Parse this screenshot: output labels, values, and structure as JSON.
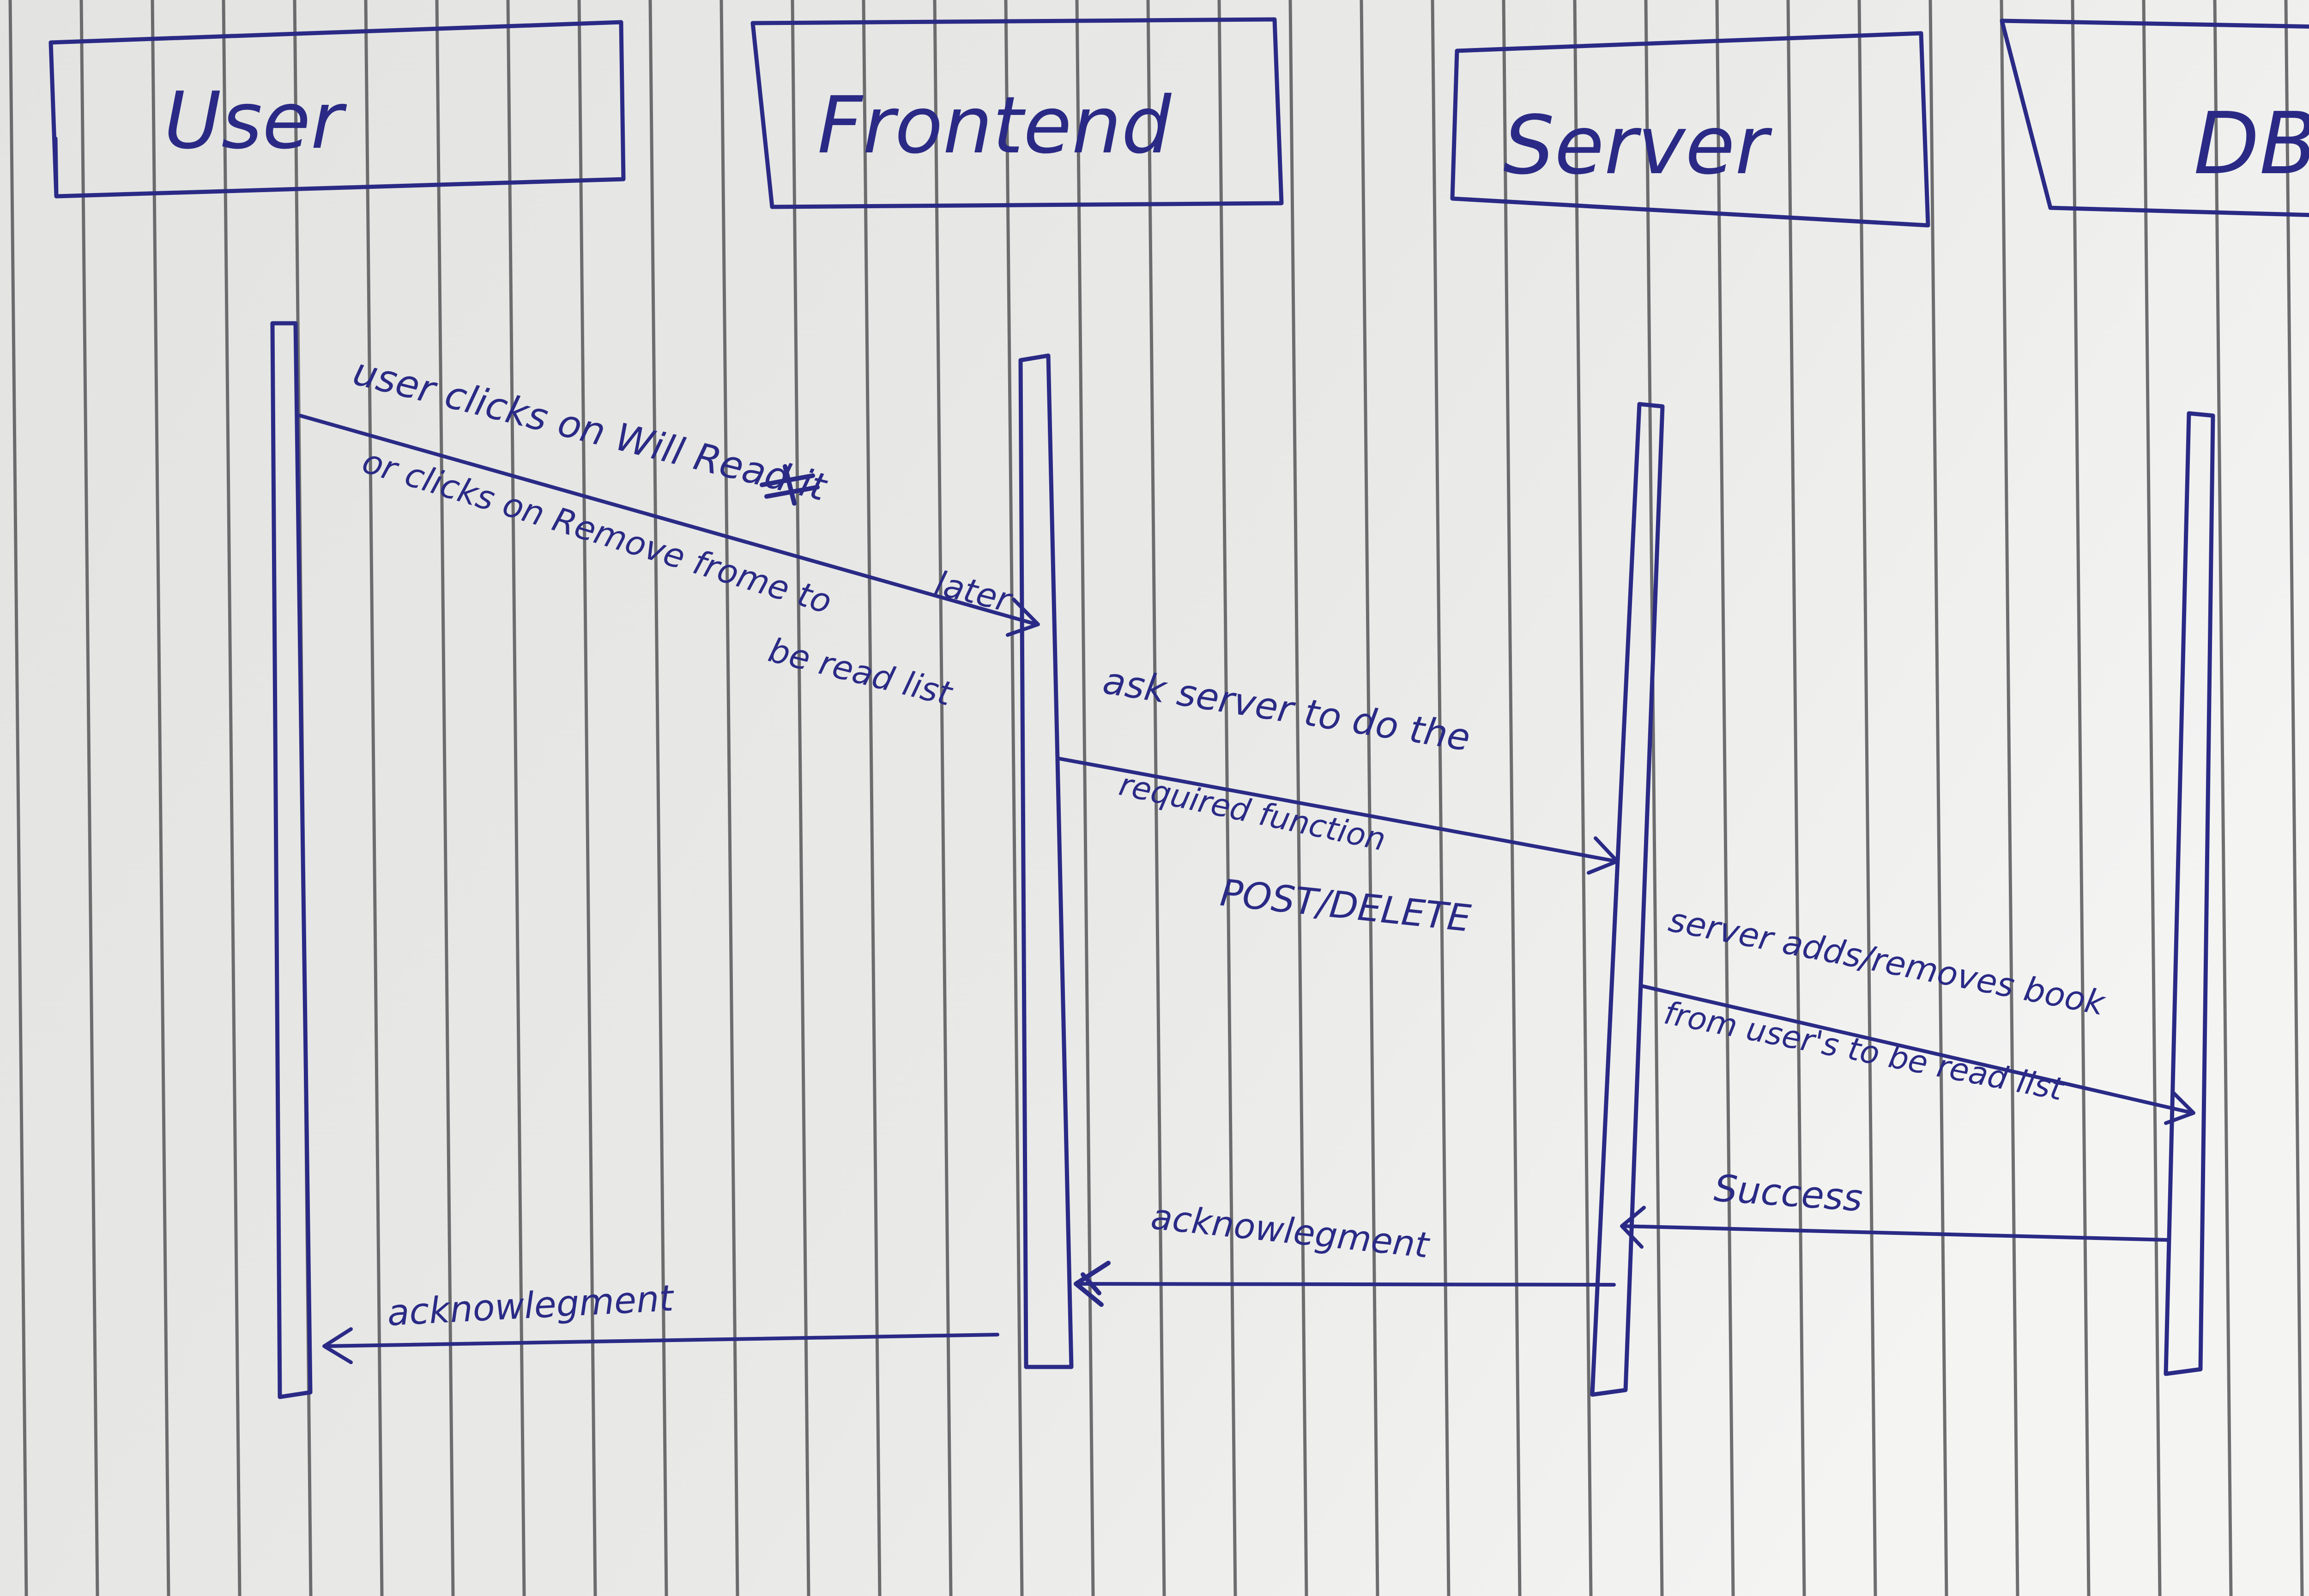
{
  "participants": [
    {
      "id": "user",
      "label": "User"
    },
    {
      "id": "frontend",
      "label": "Frontend"
    },
    {
      "id": "server",
      "label": "Server"
    },
    {
      "id": "db",
      "label": "DB"
    }
  ],
  "messages": [
    {
      "id": "m1",
      "from": "User",
      "to": "Frontend",
      "lines": [
        "user clicks on Will Read it",
        "later",
        "or clicks on Remove frome to",
        "be read list"
      ]
    },
    {
      "id": "m2",
      "from": "Frontend",
      "to": "Server",
      "lines": [
        "ask server to do the",
        "required function",
        "POST/DELETE"
      ]
    },
    {
      "id": "m3",
      "from": "Server",
      "to": "DB",
      "lines": [
        "server adds/removes book",
        "from user's to be read list"
      ]
    },
    {
      "id": "m4",
      "from": "DB",
      "to": "Server",
      "lines": [
        "Success"
      ]
    },
    {
      "id": "m5",
      "from": "Server",
      "to": "Frontend",
      "lines": [
        "acknowlegment"
      ]
    },
    {
      "id": "m6",
      "from": "Frontend",
      "to": "User",
      "lines": [
        "acknowlegment"
      ]
    }
  ],
  "colors": {
    "ink": "#2a2a86",
    "paper": "#e6e6e4",
    "ruling": "#57575a"
  }
}
